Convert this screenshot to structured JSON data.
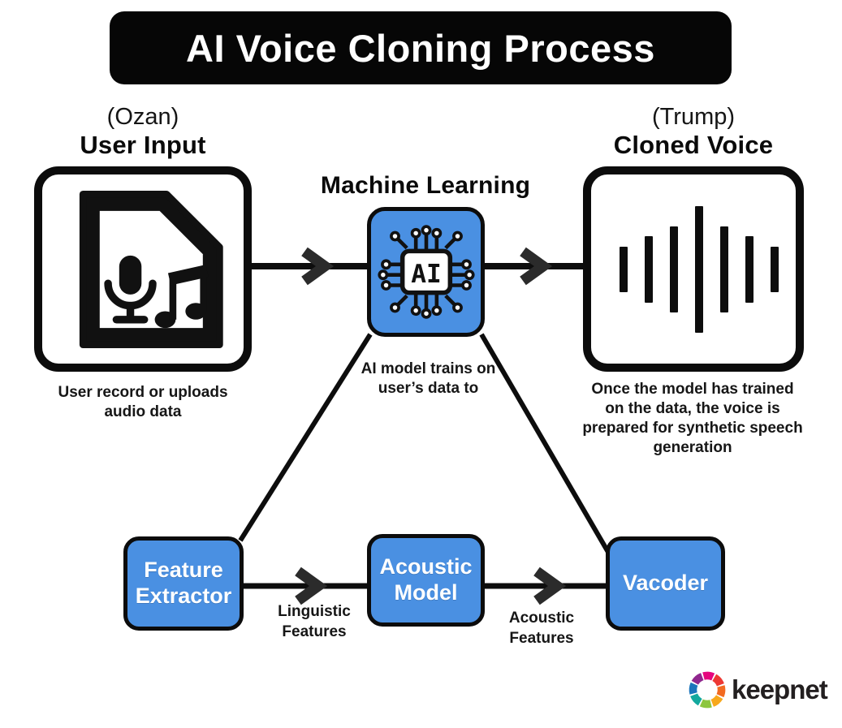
{
  "title": "AI Voice Cloning Process",
  "user_input": {
    "speaker": "(Ozan)",
    "heading": "User Input",
    "caption": "User record or uploads\naudio data"
  },
  "machine_learning": {
    "heading": "Machine Learning",
    "chip_label": "AI",
    "caption": "AI model trains on\nuser’s data to"
  },
  "cloned_voice": {
    "speaker": "(Trump)",
    "heading": "Cloned Voice",
    "caption": "Once the model has trained\non the data, the voice is\nprepared for synthetic speech\ngeneration"
  },
  "pipeline": {
    "boxes": [
      {
        "label": "Feature\nExtractor"
      },
      {
        "label": "Acoustic\nModel"
      },
      {
        "label": "Vacoder"
      }
    ],
    "edge_labels": [
      {
        "label": "Linguistic\nFeatures"
      },
      {
        "label": "Acoustic\nFeatures"
      }
    ]
  },
  "branding": {
    "logo_text": "keepnet"
  },
  "colors": {
    "node_blue": "#4a90e2",
    "ink": "#0d0d0d",
    "arrow_chevron": "#2b2b2b",
    "banner_bg": "#060606"
  }
}
